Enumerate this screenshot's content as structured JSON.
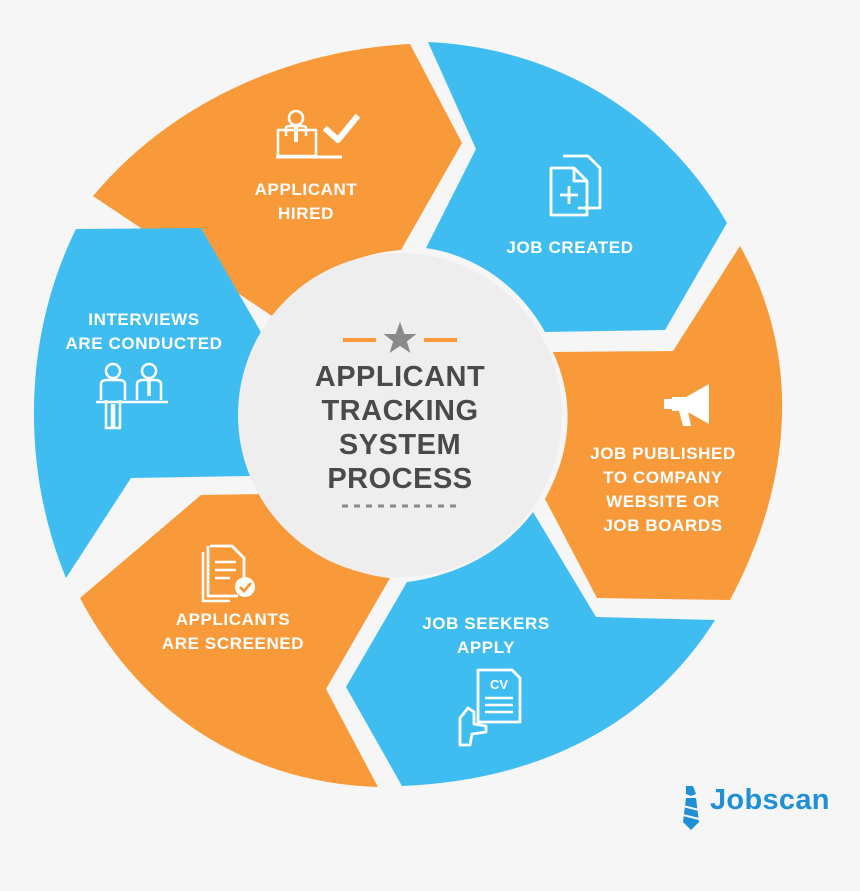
{
  "center": {
    "title_lines": [
      "APPLICANT",
      "TRACKING",
      "SYSTEM",
      "PROCESS"
    ]
  },
  "steps": [
    {
      "lines": [
        "APPLICANT",
        "HIRED"
      ],
      "color": "#f89a3a",
      "icon": "hired-applicant-check-icon"
    },
    {
      "lines": [
        "JOB CREATED"
      ],
      "color": "#3fbdf1",
      "icon": "new-document-icon"
    },
    {
      "lines": [
        "JOB PUBLISHED",
        "TO COMPANY",
        "WEBSITE OR",
        "JOB BOARDS"
      ],
      "color": "#f89a3a",
      "icon": "megaphone-icon"
    },
    {
      "lines": [
        "JOB SEEKERS",
        "APPLY"
      ],
      "color": "#3fbdf1",
      "icon": "cv-in-hand-icon"
    },
    {
      "lines": [
        "APPLICANTS",
        "ARE SCREENED"
      ],
      "color": "#f89a3a",
      "icon": "document-check-icon"
    },
    {
      "lines": [
        "INTERVIEWS",
        "ARE CONDUCTED"
      ],
      "color": "#3fbdf1",
      "icon": "interview-people-icon"
    }
  ],
  "logo": {
    "text": "Jobscan",
    "icon": "jobscan-tie-icon",
    "color": "#1f8fd6"
  },
  "colors": {
    "orange": "#f89a3a",
    "blue": "#3fbdf1",
    "center_bg": "#eeeeee",
    "title": "#4a4a4a",
    "star": "#8a8a8a"
  }
}
